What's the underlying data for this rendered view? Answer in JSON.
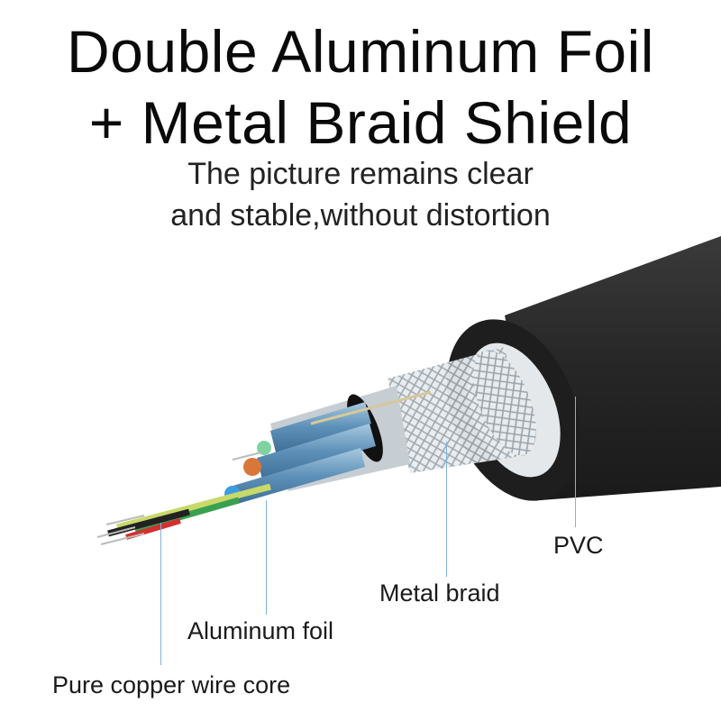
{
  "headline": {
    "line1": "Double Aluminum Foil",
    "line2": "+ Metal Braid Shield"
  },
  "subheadline": {
    "line1": "The picture remains clear",
    "line2": "and stable,without distortion"
  },
  "callouts": [
    {
      "label": "PVC",
      "color": "#7fb3d8"
    },
    {
      "label": "Metal braid",
      "color": "#7fb3d8"
    },
    {
      "label": "Aluminum foil",
      "color": "#7fb3d8"
    },
    {
      "label": "Pure copper wire core",
      "color": "#7fb3d8"
    }
  ],
  "colors": {
    "jacket": "#2a2a2a",
    "braid": "#d8dde2",
    "foil": "#6f9fc4",
    "wire_green": "#7fd3a0",
    "wire_orange": "#d9773a",
    "wire_blue": "#3d9de0",
    "wire_yellow": "#c8d96a",
    "wire_red": "#d23030"
  }
}
